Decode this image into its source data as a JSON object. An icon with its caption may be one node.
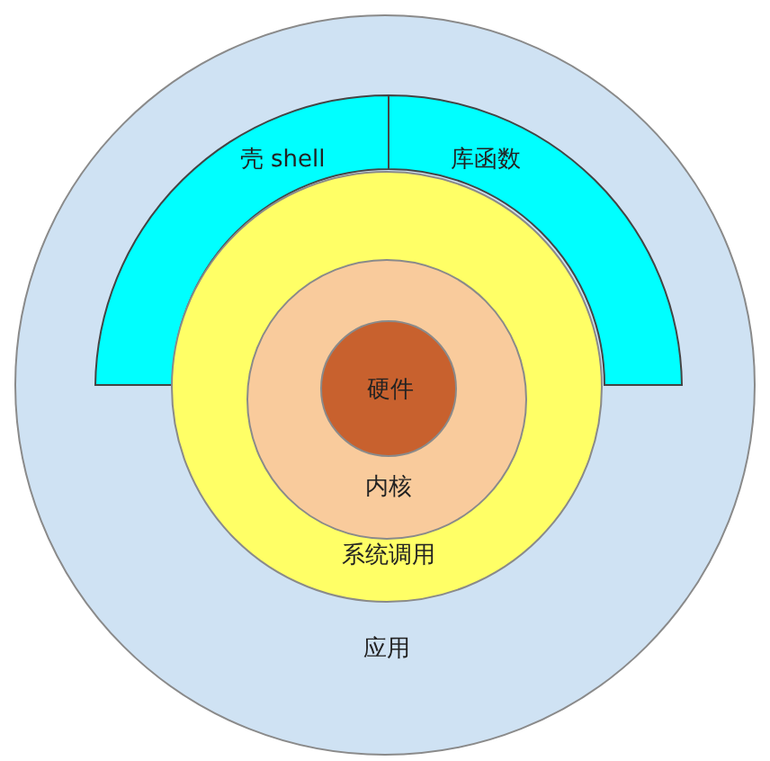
{
  "diagram": {
    "nodes": [
      {
        "text": [
          "应用"
        ]
      },
      {
        "text": [
          "壳 shell"
        ],
        "in": 0
      },
      {
        "text": [
          "库函数"
        ],
        "in": 0
      },
      {
        "text": [
          "系统调用"
        ],
        "in": 0
      },
      {
        "text": [
          "内核"
        ],
        "in": 3
      },
      {
        "text": [
          "硬件"
        ],
        "in": 4
      }
    ]
  }
}
